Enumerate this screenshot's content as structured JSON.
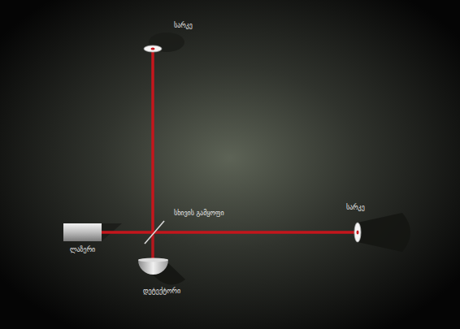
{
  "diagram": {
    "labels": [
      "სარკე",
      "სხივის გამყოფი",
      "სარკე",
      "ლაზერი",
      "დეტექტორი"
    ]
  }
}
